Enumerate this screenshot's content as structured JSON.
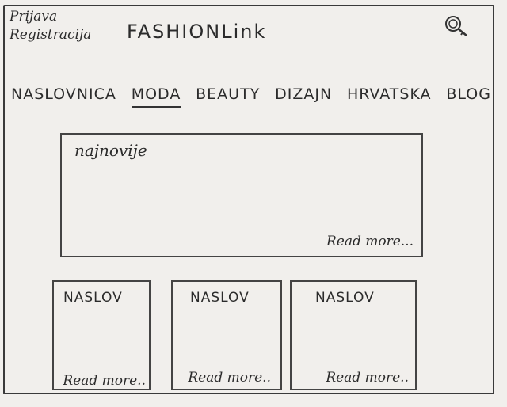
{
  "auth": {
    "login": "Prijava",
    "register": "Registracija"
  },
  "brand": {
    "logo": "FASHIONLink"
  },
  "nav": [
    "NASLOVNICA",
    "MODA",
    "BEAUTY",
    "DIZAJN",
    "HRVATSKA",
    "BLOG"
  ],
  "nav_active": "MODA",
  "hero": {
    "title": "najnovije",
    "read_more": "Read more..."
  },
  "cards": [
    {
      "title": "NASLOV",
      "read_more": "Read more.."
    },
    {
      "title": "NASLOV",
      "read_more": "Read more.."
    },
    {
      "title": "NASLOV",
      "read_more": "Read more.."
    }
  ]
}
